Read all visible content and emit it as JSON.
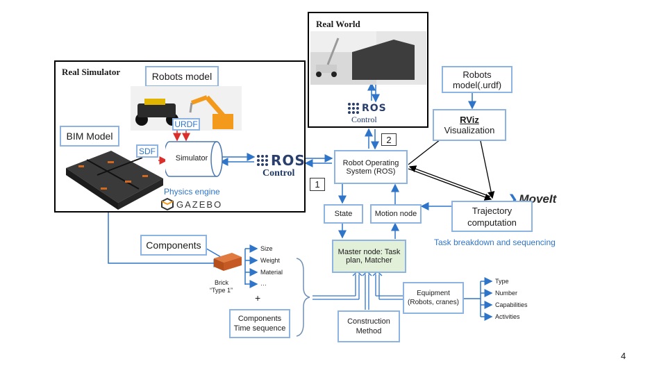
{
  "real_simulator": {
    "title": "Real Simulator"
  },
  "real_world": {
    "title": "Real World",
    "ros_word": "ROS",
    "control": "Control"
  },
  "robots_model": "Robots model",
  "urdf": "URDF",
  "bim_model": "BIM Model",
  "sdf": "SDF",
  "simulator": "Simulator",
  "physics_engine": "Physics engine",
  "gazebo": "GAZEBO",
  "ros_center": {
    "word": "ROS",
    "control": "Control"
  },
  "robot_os": "Robot Operating System (ROS)",
  "badges": {
    "one": "1",
    "two": "2"
  },
  "robots_model_urdf": "Robots model(.urdf)",
  "rviz": {
    "name": "RViz",
    "label": "Visualization"
  },
  "moveit": "MoveIt",
  "trajectory": "Trajectory computation",
  "task_breakdown": "Task breakdown and sequencing",
  "state": "State",
  "motion_node": "Motion node",
  "master_node": "Master node: Task plan, Matcher",
  "components": "Components",
  "brick": {
    "name": "Brick",
    "type": "“Type 1”"
  },
  "brick_attributes": [
    "Size",
    "Weight",
    "Material",
    "…"
  ],
  "plus": "+",
  "components_time": "Components Time sequence",
  "construction_method": "Construction Method",
  "equipment": "Equipment (Robots, cranes)",
  "equipment_attributes": [
    "Type",
    "Number",
    "Capabilities",
    "Activities"
  ],
  "page_number": "4",
  "colors": {
    "box_border": "#8db3e2",
    "master_fill": "#e2efd9",
    "arrow_blue": "#2e74c9",
    "ros_navy": "#2a3f6b",
    "brick": "#c55a24"
  }
}
